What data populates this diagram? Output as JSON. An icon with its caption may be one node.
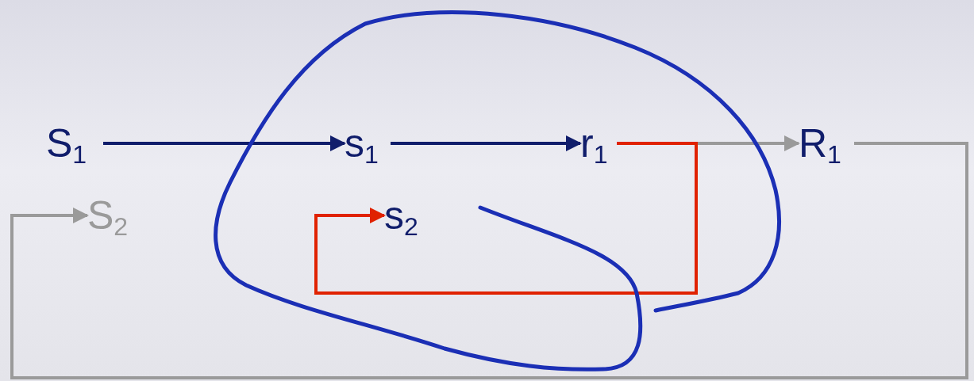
{
  "diagram": {
    "nodes": [
      {
        "text": [],
        "shape": "cloud"
      },
      {
        "text": [
          "S$_{1}$"
        ]
      },
      {
        "text": [
          "s$_{1}$"
        ],
        "in": 0
      },
      {
        "text": [
          "r$_{1}$"
        ],
        "in": 0
      },
      {
        "text": [
          "R$_{1}$"
        ]
      },
      {
        "text": [
          "S$_{2}$"
        ]
      },
      {
        "text": [
          "s$_{2}$"
        ],
        "in": 0
      }
    ],
    "edges": [
      {
        "from": 1,
        "to": 2,
        "arrow": "to",
        "color": "#101d6b"
      },
      {
        "from": 2,
        "to": 3,
        "arrow": "to",
        "color": "#101d6b"
      },
      {
        "from": 3,
        "to": 6,
        "arrow": "to",
        "color": "#e02200"
      },
      {
        "from": 3,
        "to": 4,
        "arrow": "to",
        "color": "#9a9a9a"
      },
      {
        "from": 4,
        "to": 5,
        "arrow": "to",
        "color": "#9a9a9a"
      }
    ]
  }
}
